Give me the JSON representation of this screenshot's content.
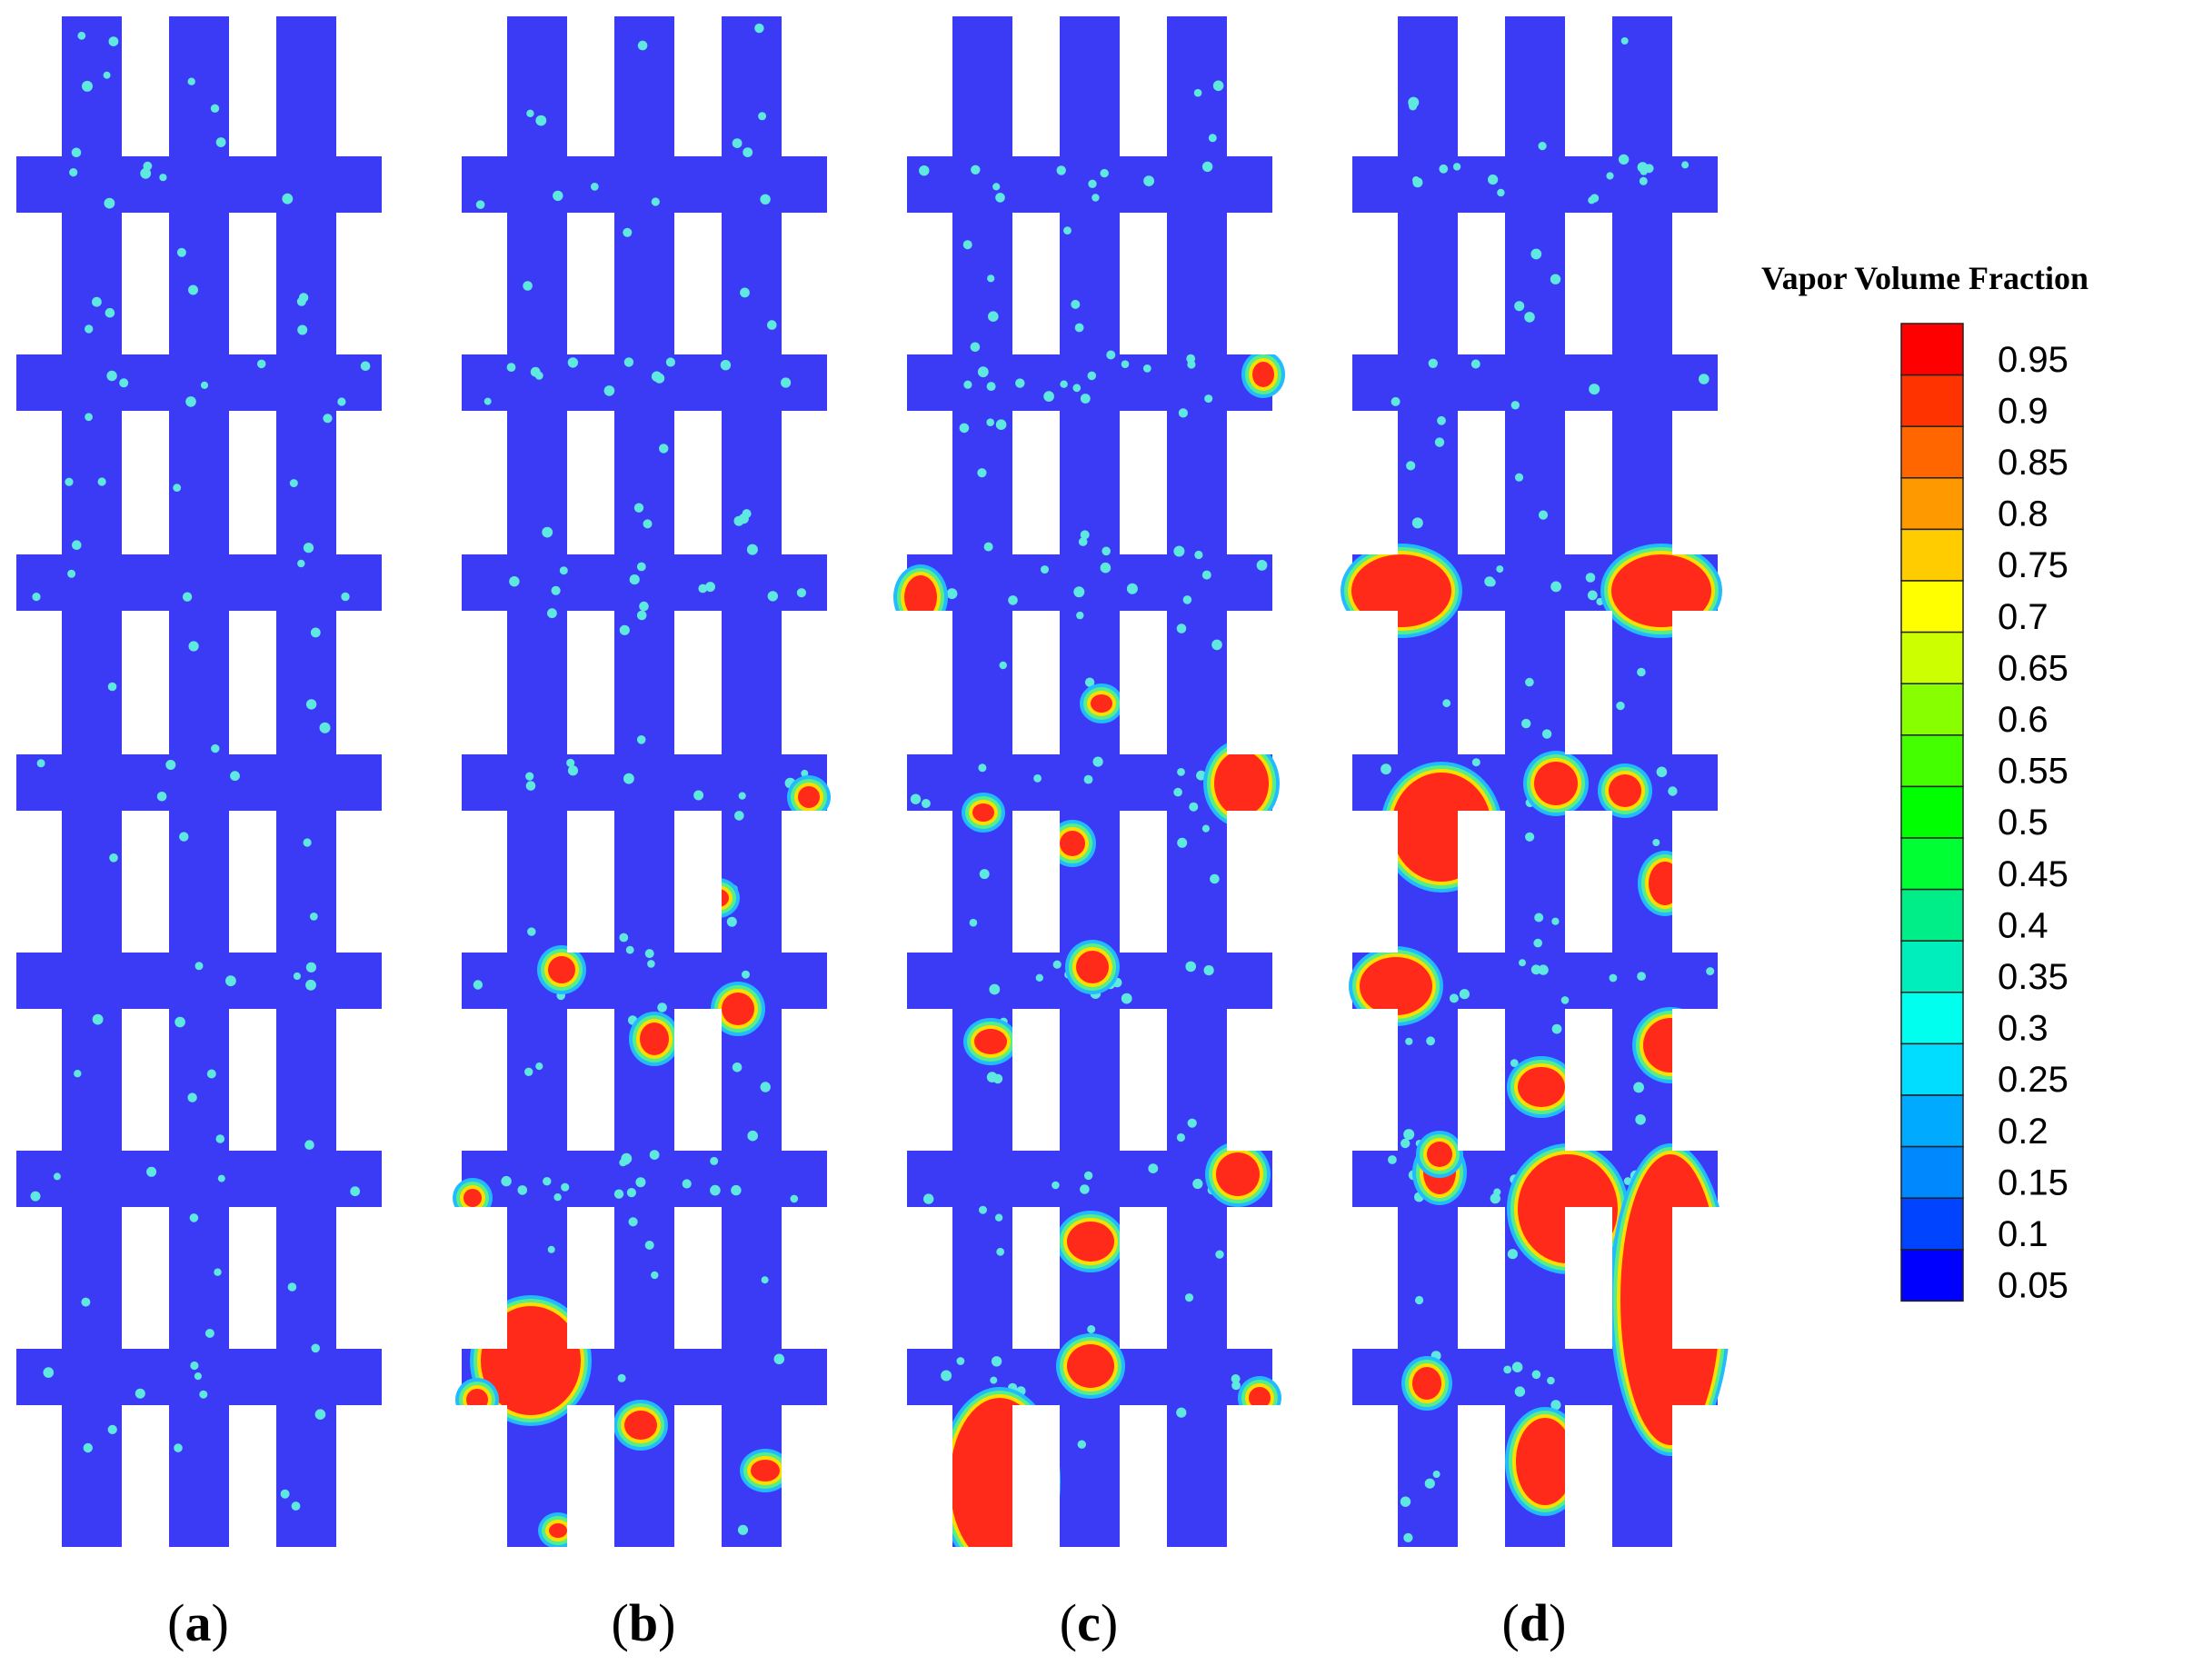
{
  "panels": [
    {
      "open": "(",
      "letter": "a",
      "close": ")"
    },
    {
      "open": "(",
      "letter": "b",
      "close": ")"
    },
    {
      "open": "(",
      "letter": "c",
      "close": ")"
    },
    {
      "open": "(",
      "letter": "d",
      "close": ")"
    }
  ],
  "legend": {
    "title": "Vapor Volume Fraction",
    "ticks": [
      "0.95",
      "0.9",
      "0.85",
      "0.8",
      "0.75",
      "0.7",
      "0.65",
      "0.6",
      "0.55",
      "0.5",
      "0.45",
      "0.4",
      "0.35",
      "0.3",
      "0.25",
      "0.2",
      "0.15",
      "0.1",
      "0.05"
    ],
    "colors": [
      "#ff0000",
      "#ff3300",
      "#ff6600",
      "#ff9900",
      "#ffcc00",
      "#ffff00",
      "#ccff00",
      "#88ff00",
      "#44ff00",
      "#00ff00",
      "#00ff33",
      "#00ee88",
      "#00eebb",
      "#00ffee",
      "#00ddff",
      "#00aaff",
      "#0088ff",
      "#0044ff",
      "#0000ff"
    ]
  },
  "colors": {
    "liquid": "#3b3bf5",
    "bubble_small": "#5fe8e0",
    "vapor_core": "#ff2a1a",
    "vapor_ring1": "#ffdd00",
    "vapor_ring2": "#55ee88",
    "vapor_ring3": "#22bbff"
  }
}
